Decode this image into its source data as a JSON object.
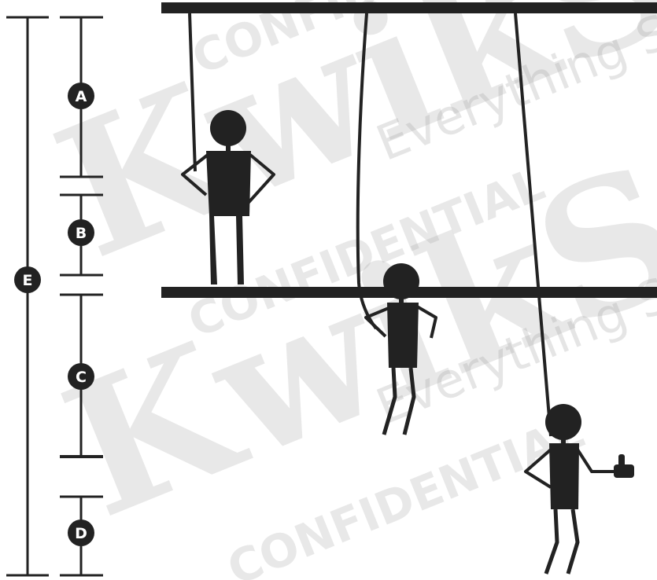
{
  "dimension_labels": {
    "a": "A",
    "b": "B",
    "c": "C",
    "d": "D",
    "e": "E"
  },
  "watermark": {
    "brand_main": "KwikSafety",
    "brand_tagline": "Everything Safety",
    "stamp": "CONFIDENTIAL"
  },
  "colors": {
    "ink": "#222222",
    "watermark": "#9a9a9a",
    "background": "#ffffff"
  }
}
